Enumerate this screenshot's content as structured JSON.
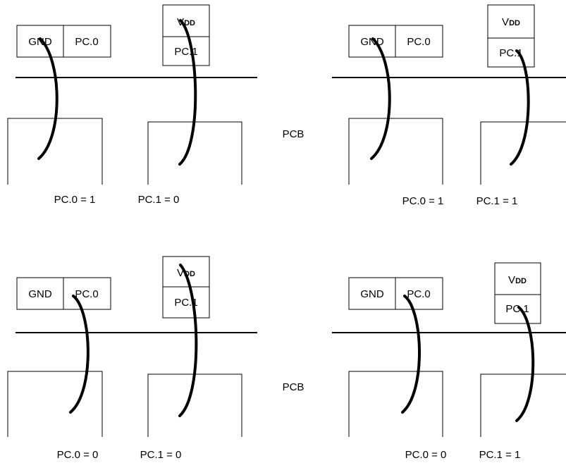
{
  "pcb_label": "PCB",
  "pin": {
    "gnd": "GND",
    "pc0": "PC.0",
    "pc1": "PC.1",
    "vdd_main": "V",
    "vdd_sub": "DD"
  },
  "configs": [
    {
      "pc0": "PC.0 = 1",
      "pc1": "PC.1 = 0"
    },
    {
      "pc0": "PC.0 = 1",
      "pc1": "PC.1 = 1"
    },
    {
      "pc0": "PC.0 = 0",
      "pc1": "PC.1 = 0"
    },
    {
      "pc0": "PC.0 = 0",
      "pc1": "PC.1 = 1"
    }
  ]
}
